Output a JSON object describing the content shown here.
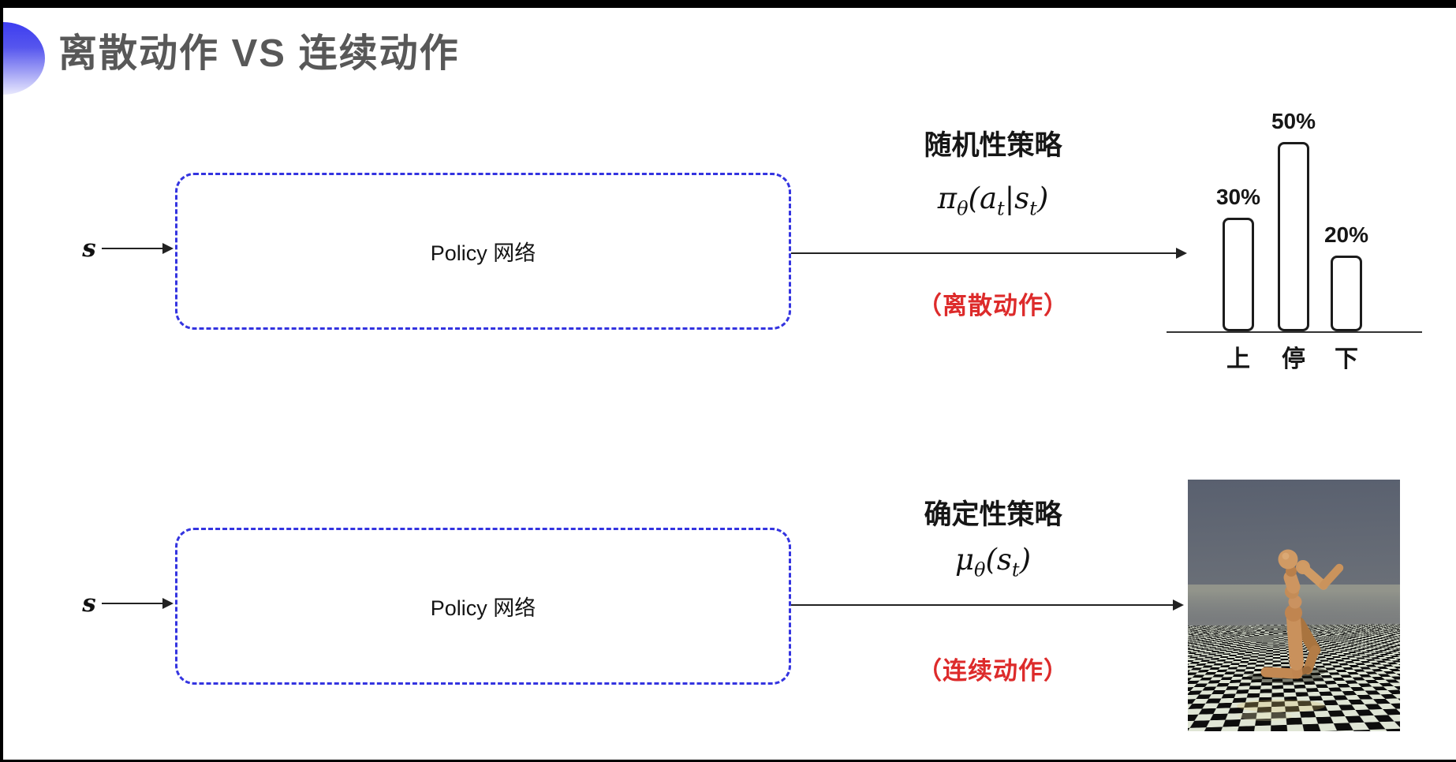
{
  "slide": {
    "title": "离散动作 VS 连续动作"
  },
  "top_flow": {
    "input_label": "s",
    "box_label": "Policy 网络",
    "policy_title": "随机性策略",
    "formula": {
      "fn": "π",
      "fn_sub": "θ",
      "open": "(",
      "arg1": "a",
      "arg1_sub": "t",
      "bar": "|",
      "arg2": "s",
      "arg2_sub": "t",
      "close": ")"
    },
    "action_note": "（离散动作）"
  },
  "bottom_flow": {
    "input_label": "s",
    "box_label": "Policy 网络",
    "policy_title": "确定性策略",
    "formula": {
      "fn": "μ",
      "fn_sub": "θ",
      "open": "(",
      "arg1": "s",
      "arg1_sub": "t",
      "close": ")"
    },
    "action_note": "（连续动作）"
  },
  "chart_data": {
    "type": "bar",
    "categories": [
      "上",
      "停",
      "下"
    ],
    "values": [
      30,
      50,
      20
    ],
    "value_labels": [
      "30%",
      "50%",
      "20%"
    ],
    "title": "",
    "xlabel": "",
    "ylabel": "",
    "ylim": [
      0,
      55
    ],
    "grid": false,
    "legend": false,
    "style": "outlined white bars with rounded corners on a single baseline axis"
  },
  "figures": {
    "humanoid_sim": "mujoco-humanoid-on-checkerboard-floor"
  },
  "colors": {
    "box_dash_blue": "#3434e0",
    "title_gray": "#585858",
    "note_red": "#dd2b2b",
    "diagram_black": "#1c1c1c",
    "decor_blue": "#3d3df0"
  }
}
